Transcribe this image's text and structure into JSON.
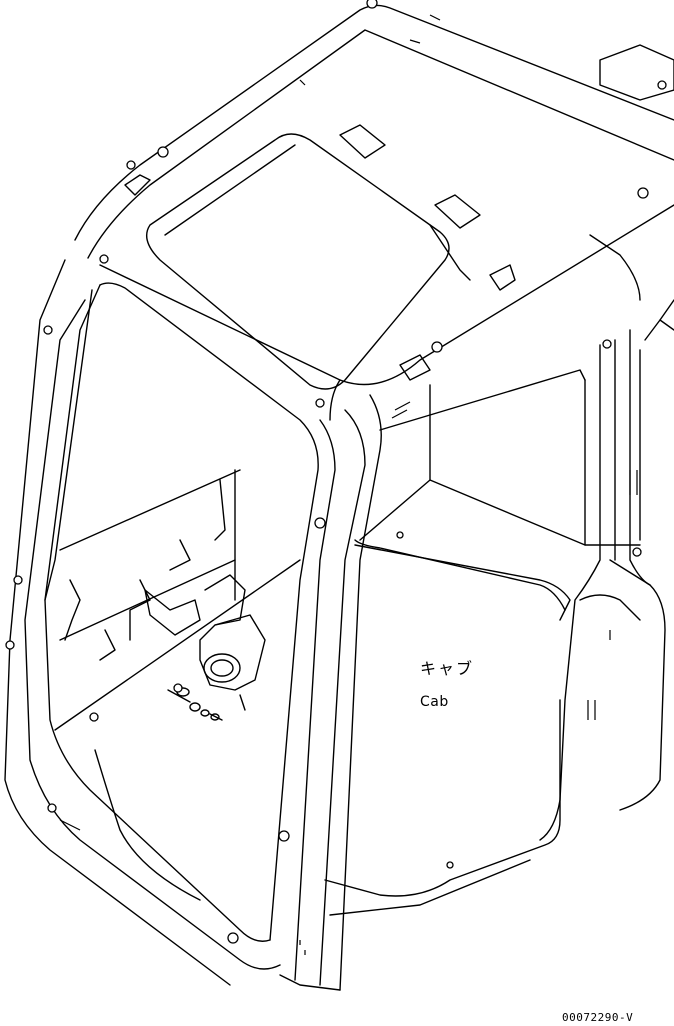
{
  "labels": {
    "cab_jp": "キャブ",
    "cab_en": "Cab",
    "drawing_code": "00072290-V"
  },
  "colors": {
    "line": "#000000",
    "background": "#ffffff"
  }
}
